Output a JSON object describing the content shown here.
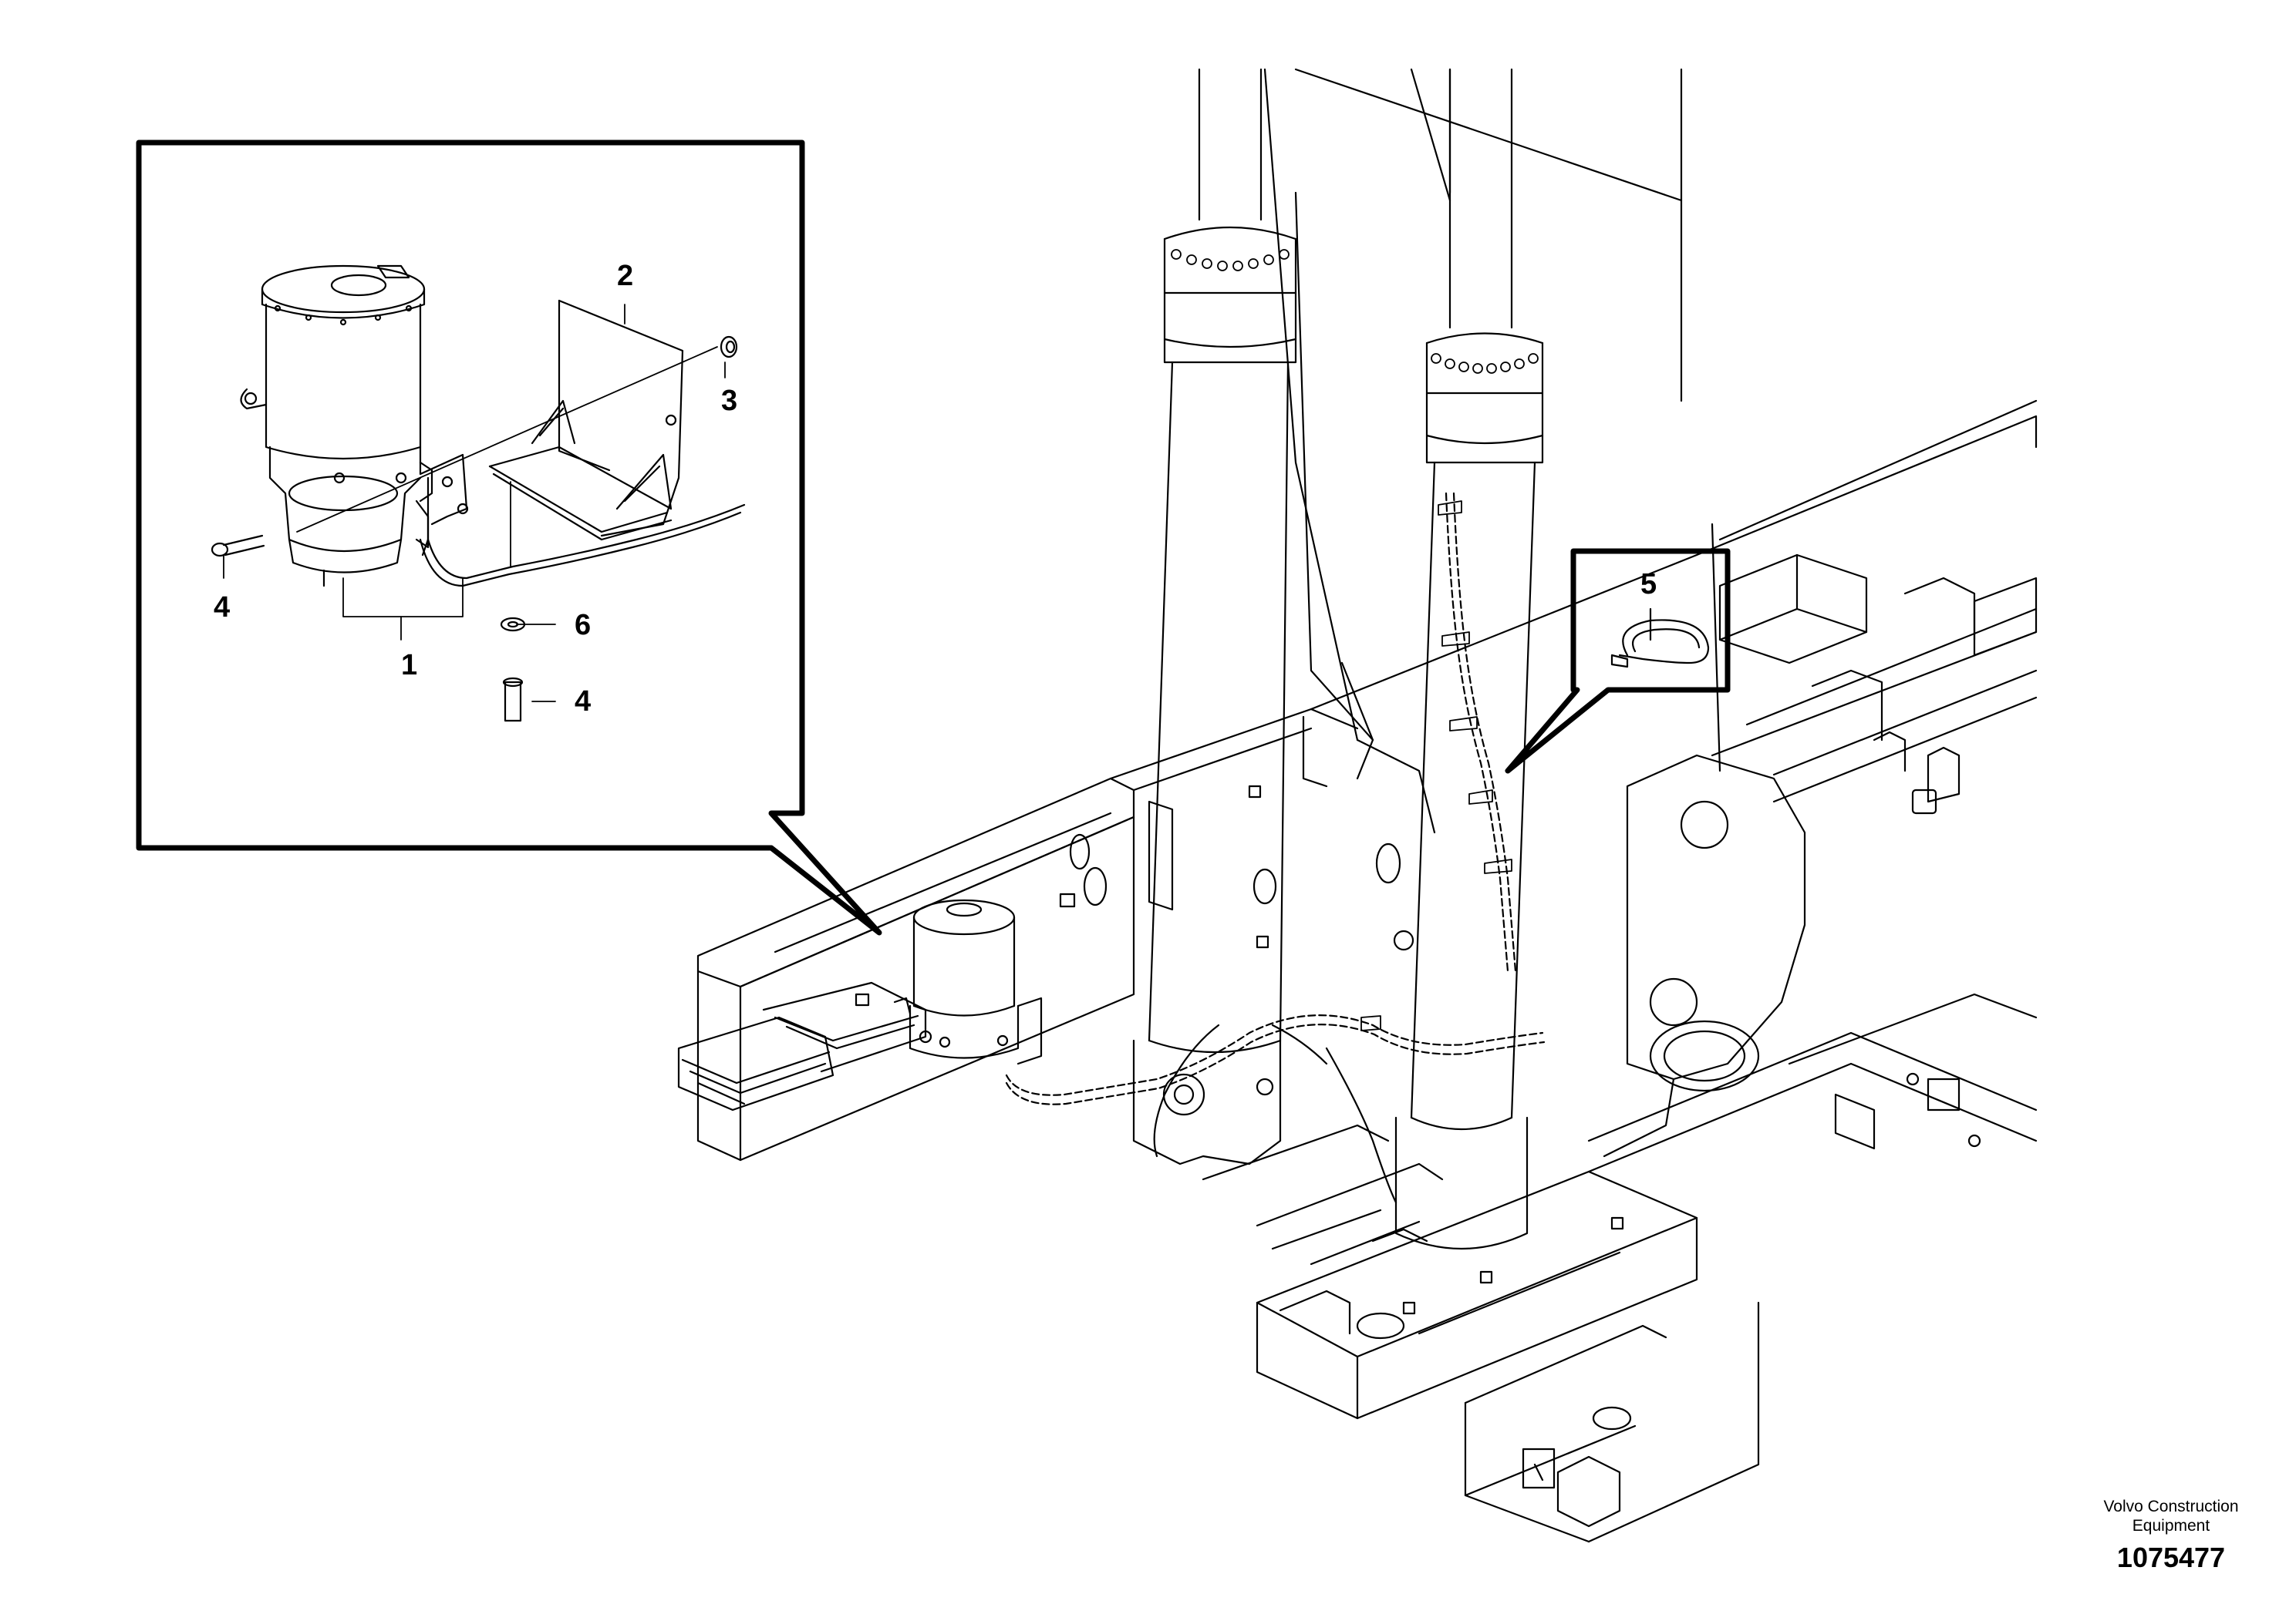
{
  "callouts": {
    "c1": "1",
    "c2": "2",
    "c3": "3",
    "c4a": "4",
    "c4b": "4",
    "c5": "5",
    "c6": "6"
  },
  "footer": {
    "maker_line1": "Volvo Construction",
    "maker_line2": "Equipment",
    "figure_number": "1075477"
  }
}
